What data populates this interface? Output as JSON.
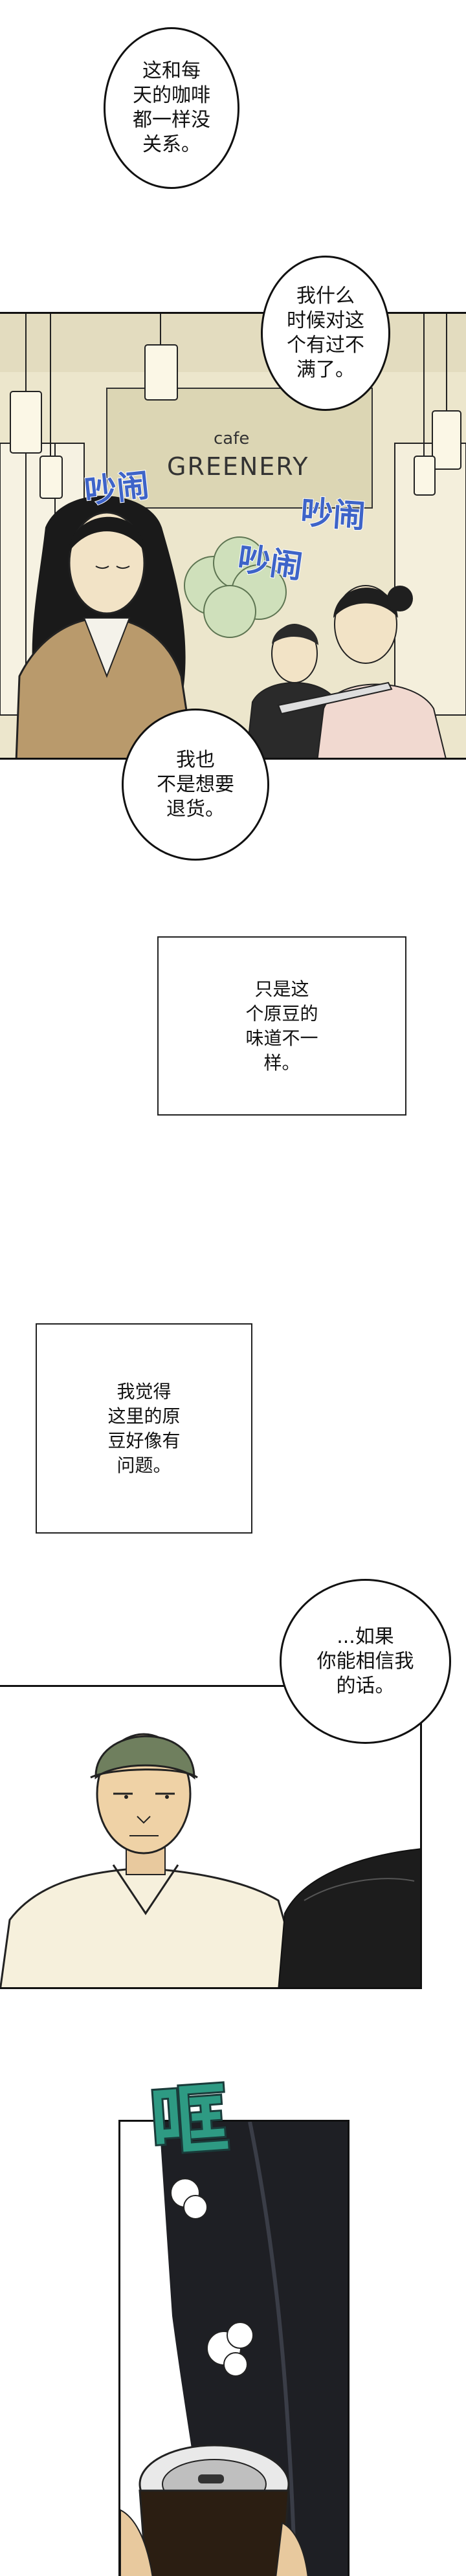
{
  "bubbles": {
    "b1": "这和每\n天的咖啡\n都一样没\n关系。",
    "b2": "我什么\n时候对这\n个有过不\n满了。",
    "b3": "我也\n不是想要\n退货。",
    "b4": "...如果\n你能相信我\n的话。"
  },
  "captions": {
    "c1": "只是这\n个原豆的\n味道不一\n样。",
    "c2": "我觉得\n这里的原\n豆好像有\n问题。"
  },
  "signage": {
    "cafe_small": "cafe",
    "cafe_name": "GREENERY"
  },
  "sfx": {
    "noise_1": "吵闹",
    "noise_2": "吵闹",
    "noise_3": "吵闹",
    "clatter": "哐"
  },
  "colors": {
    "ink": "#111111",
    "sfx_blue": "#3e64c8",
    "sfx_green": "#2e9a83",
    "cafe_wall": "#ece6cc",
    "sign_beige": "#dcd6b4",
    "coat_tan": "#b99a6c",
    "hat_green": "#6f7f5e",
    "skin": "#f2e3c6"
  }
}
